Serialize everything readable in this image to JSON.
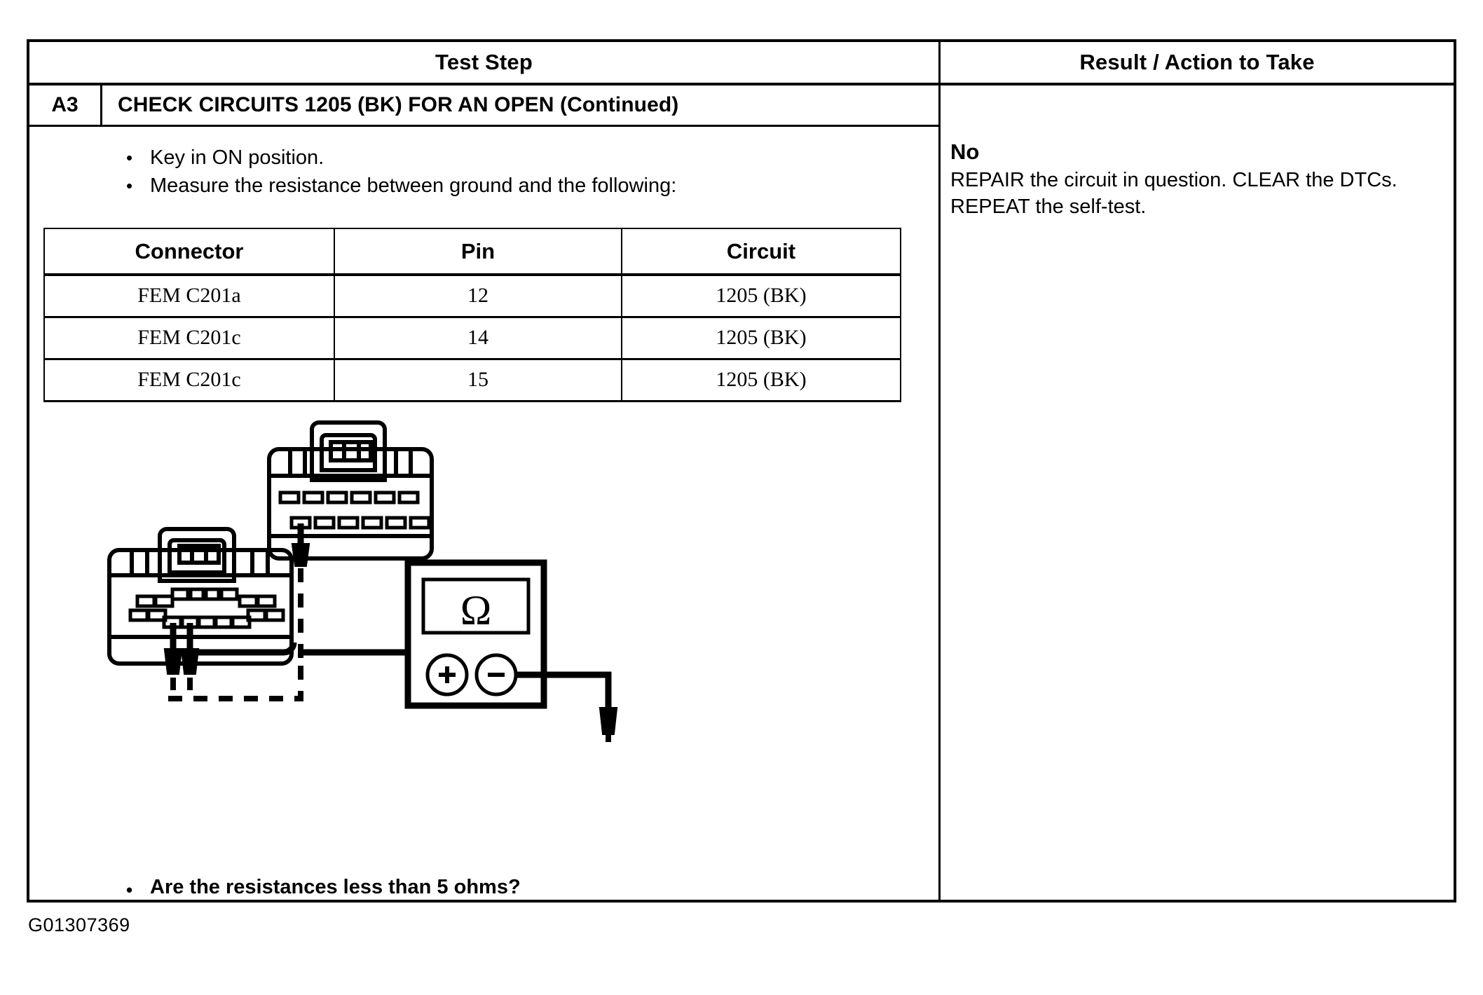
{
  "table": {
    "headers": {
      "test_step": "Test Step",
      "result_action": "Result / Action to Take"
    },
    "step": {
      "id": "A3",
      "title": "CHECK CIRCUITS 1205 (BK) FOR AN OPEN (Continued)"
    },
    "bullets": [
      "Key in ON position.",
      "Measure the resistance between ground and the following:"
    ],
    "bullet_marker": "•",
    "pin_table": {
      "columns": [
        "Connector",
        "Pin",
        "Circuit"
      ],
      "rows": [
        [
          "FEM C201a",
          "12",
          "1205 (BK)"
        ],
        [
          "FEM C201c",
          "14",
          "1205 (BK)"
        ],
        [
          "FEM C201c",
          "15",
          "1205 (BK)"
        ]
      ]
    },
    "question": "Are the resistances less than 5 ohms?",
    "result": {
      "answer": "No",
      "action": "REPAIR the circuit in question. CLEAR the DTCs. REPEAT the self-test."
    }
  },
  "figure": {
    "id": "G01307369",
    "meter_symbol": "Ω",
    "meter_positive": "+",
    "meter_negative": "−"
  }
}
